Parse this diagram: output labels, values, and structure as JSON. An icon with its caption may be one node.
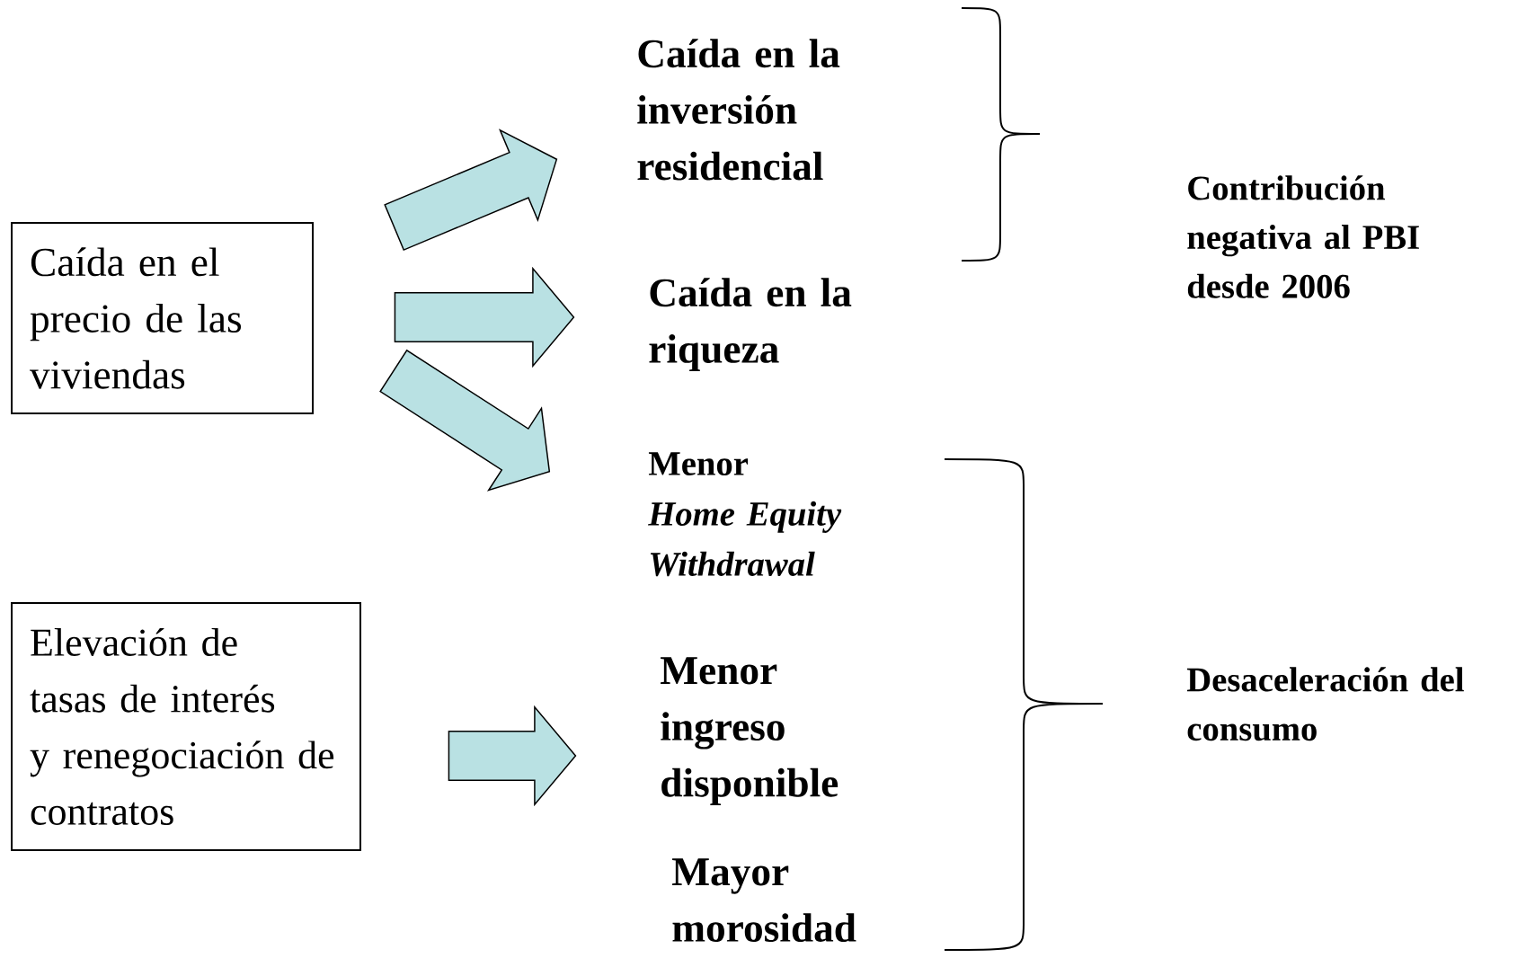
{
  "diagram": {
    "nodes": [
      {
        "text": [
          "Caída en el precio de las viviendas"
        ]
      },
      {
        "text": [
          "Elevación de tasas de interés y renegociación de contratos"
        ]
      },
      {
        "text": [
          "Caída en la inversión residencial"
        ]
      },
      {
        "text": [
          "Caída en la riqueza"
        ]
      },
      {
        "text": [
          "Menor *Home Equity Withdrawal*"
        ]
      },
      {
        "text": [
          "Menor ingreso disponible"
        ]
      },
      {
        "text": [
          "Mayor morosidad"
        ]
      },
      {
        "text": [
          "Contribución negativa al PBI desde 2006"
        ]
      },
      {
        "text": [
          "Desaceleración del consumo"
        ]
      }
    ],
    "edges": [
      {
        "from": 0,
        "to": 2,
        "arrow": "to"
      },
      {
        "from": 0,
        "to": 3,
        "arrow": "to"
      },
      {
        "from": 0,
        "to": 4,
        "arrow": "to"
      },
      {
        "from": 1,
        "to": 5,
        "arrow": "to"
      }
    ]
  }
}
